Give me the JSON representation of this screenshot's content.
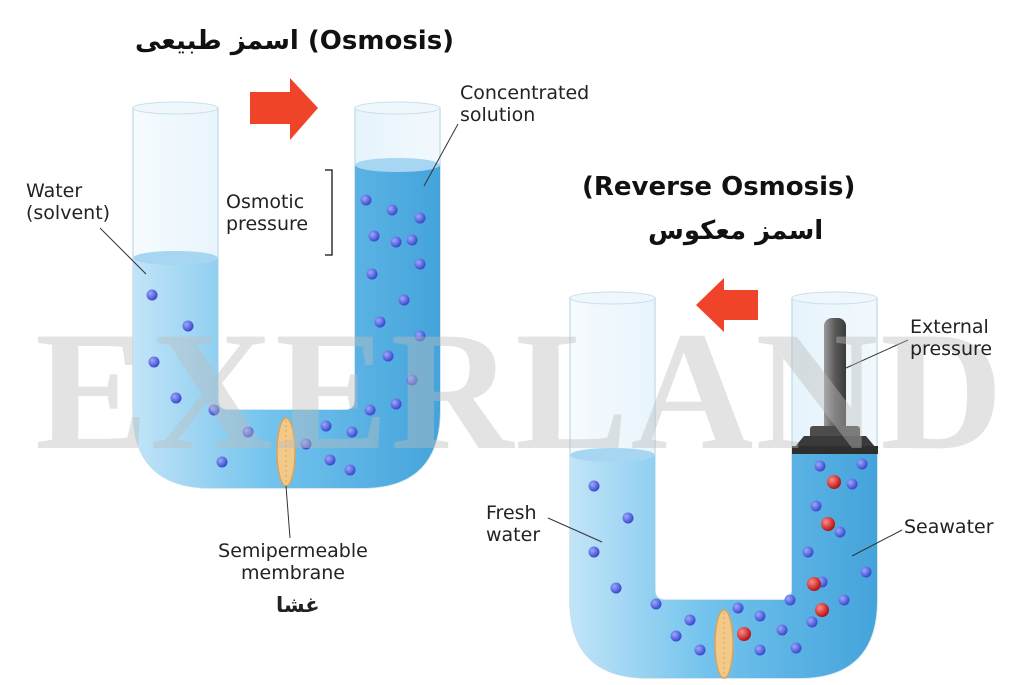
{
  "osmosis": {
    "title_fa": "اسمز طبیعی",
    "title_en": "(Osmosis)",
    "labels": {
      "water": "Water\n(solvent)",
      "osmotic": "Osmotic\npressure",
      "concentrated": "Concentrated\nsolution",
      "membrane": "Semipermeable\nmembrane",
      "membrane_fa": "غشا"
    }
  },
  "reverse": {
    "title_en": "(Reverse Osmosis)",
    "title_fa": "اسمز معکوس",
    "labels": {
      "external": "External\npressure",
      "fresh": "Fresh\nwater",
      "seawater": "Seawater"
    }
  },
  "watermark": "EXERLAND",
  "colors": {
    "water": "#5fb3e6",
    "water_light": "#a9d8f3",
    "glass": "#e6f3fb",
    "molecule": "#4a5fe0",
    "salt": "#d41a1a",
    "arrow": "#f0442a",
    "membrane": "#f3c98a",
    "piston": "#5b5b5b"
  },
  "icons": [
    "arrow-right-icon",
    "arrow-left-icon",
    "piston-icon"
  ]
}
